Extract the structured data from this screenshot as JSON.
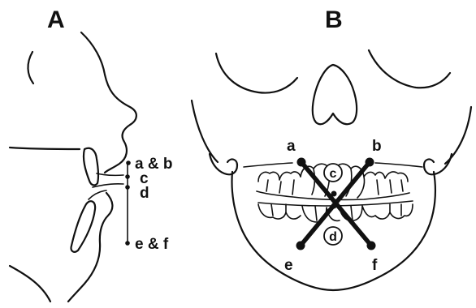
{
  "panels": {
    "a": {
      "label": "A"
    },
    "b": {
      "label": "B"
    }
  },
  "profile_labels": {
    "ab": "a & b",
    "c": "c",
    "d": "d",
    "ef": "e & f"
  },
  "frontal_labels": {
    "a": "a",
    "b": "b",
    "c": "c",
    "d": "d",
    "e": "e",
    "f": "f"
  }
}
